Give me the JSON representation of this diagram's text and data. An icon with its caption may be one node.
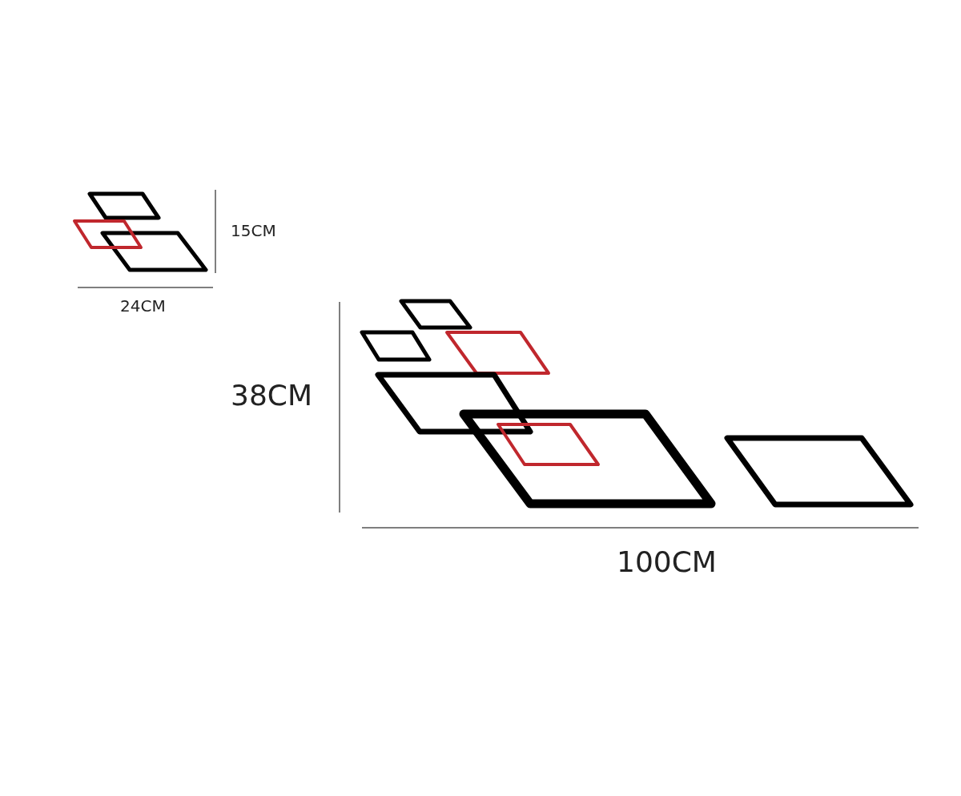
{
  "diagram": {
    "labels": [
      "15CM",
      "24CM",
      "38CM",
      "100CM"
    ]
  }
}
